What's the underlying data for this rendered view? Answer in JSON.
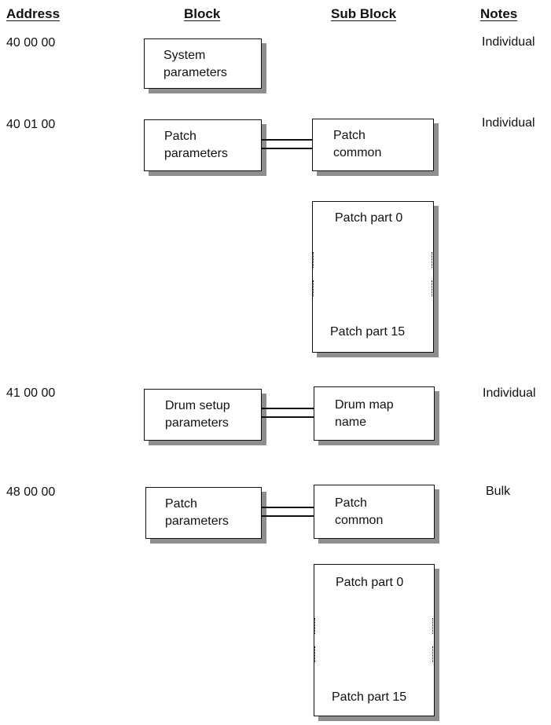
{
  "headers": {
    "address": "Address",
    "block": "Block",
    "sub_block": "Sub Block",
    "notes": "Notes"
  },
  "rows": [
    {
      "address": "40 00 00",
      "block": "System\nparameters",
      "note": "Individual"
    },
    {
      "address": "40 01 00",
      "block": "Patch\nparameters",
      "sub_common": "Patch\ncommon",
      "sub_part_first": "Patch part 0",
      "sub_part_last": "Patch part 15",
      "note": "Individual"
    },
    {
      "address": "41 00 00",
      "block": "Drum setup\nparameters",
      "sub_common": "Drum map\nname",
      "note": "Individual"
    },
    {
      "address": "48 00 00",
      "block": "Patch\nparameters",
      "sub_common": "Patch\ncommon",
      "sub_part_first": "Patch part 0",
      "sub_part_last": "Patch part 15",
      "note": "Bulk"
    }
  ]
}
